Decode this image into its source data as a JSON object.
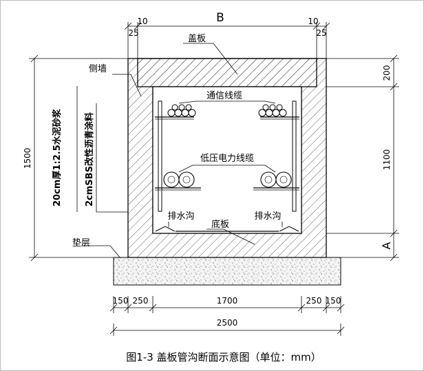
{
  "labels": {
    "top_letter": "B",
    "cover_plate": "盖板",
    "side_wall": "侧墙",
    "comm_cable": "通信线缆",
    "power_cable": "低压电力线缆",
    "drain_left": "排水沟",
    "drain_right": "排水沟",
    "bottom_plate": "底板",
    "cushion": "垫层",
    "mortar_layer": "20cm厚1:2.5水泥砂浆",
    "sbs_layer": "2cmSBS改性沥青涂料",
    "section_mark": "A"
  },
  "dimensions": {
    "top_left_10": "10",
    "top_left_25": "25",
    "top_right_10": "10",
    "top_right_25": "25",
    "height_total": "1500",
    "right_200": "200",
    "right_1100": "1100",
    "bottom_150_left": "150",
    "bottom_250_left": "250",
    "bottom_1700": "1700",
    "bottom_250_right": "250",
    "bottom_150_right": "150",
    "bottom_total": "2500"
  },
  "caption": "图1-3 盖板管沟断面示意图（单位：mm）"
}
